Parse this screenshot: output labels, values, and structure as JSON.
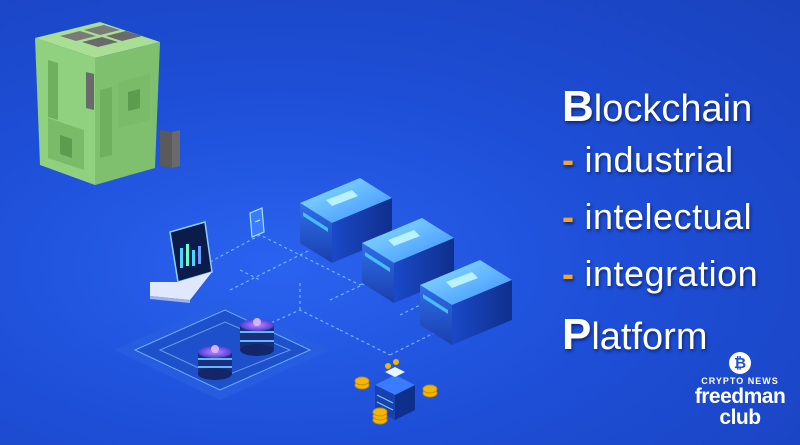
{
  "logo": {
    "name": "bip-cube-logo",
    "colors": {
      "green": "#8fd17f",
      "gray": "#6e6e6e"
    }
  },
  "headline": {
    "line1": {
      "cap": "B",
      "rest": "lockchain"
    },
    "line2": {
      "dash": "-",
      "rest": "industrial"
    },
    "line3": {
      "dash": "-",
      "rest": "intelectual"
    },
    "line4": {
      "dash": "-",
      "rest": "integration"
    },
    "line5": {
      "cap": "P",
      "rest": "latform"
    }
  },
  "watermark": {
    "coin": "₿",
    "small_left": "CRYPTO",
    "small_right": "NEWS",
    "brand_line1": "freedman",
    "brand_line2": "club"
  },
  "colors": {
    "background": "#1e4fd8",
    "accent_dash": "#f5a623",
    "server_glow": "#4fd4ff",
    "coin": "#f2b705"
  }
}
